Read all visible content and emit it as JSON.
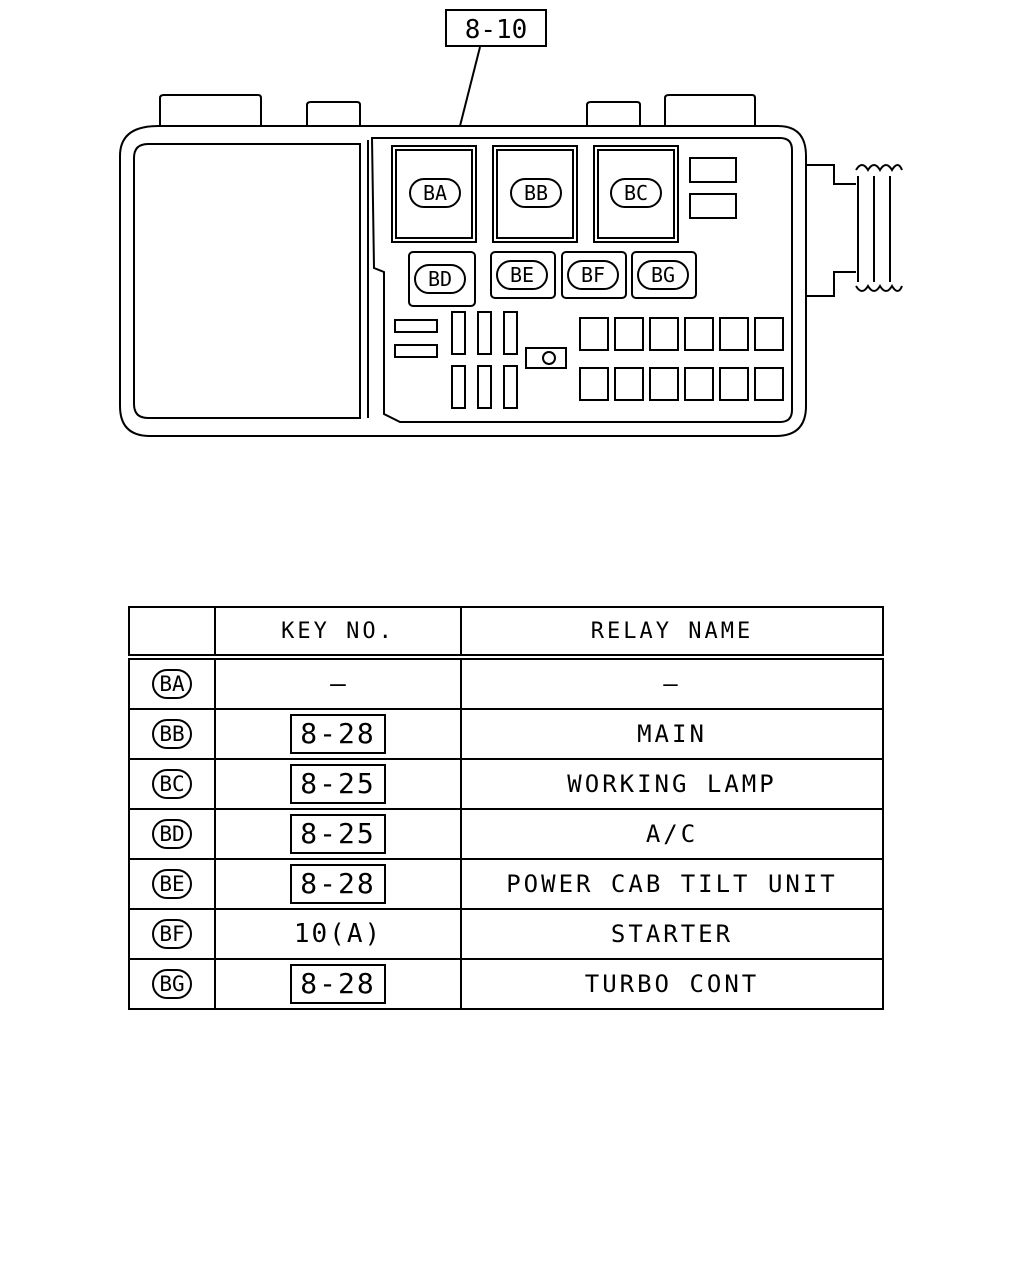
{
  "diagram": {
    "callout": "8-10",
    "relays": {
      "top": [
        "BA",
        "BB",
        "BC"
      ],
      "bottom": [
        "BD",
        "BE",
        "BF",
        "BG"
      ]
    }
  },
  "table": {
    "headers": {
      "code": "",
      "key_no": "KEY NO.",
      "relay_name": "RELAY NAME"
    },
    "rows": [
      {
        "code": "BA",
        "key_no": "—",
        "key_boxed": false,
        "relay_name": "—"
      },
      {
        "code": "BB",
        "key_no": "8-28",
        "key_boxed": true,
        "relay_name": "MAIN"
      },
      {
        "code": "BC",
        "key_no": "8-25",
        "key_boxed": true,
        "relay_name": "WORKING LAMP"
      },
      {
        "code": "BD",
        "key_no": "8-25",
        "key_boxed": true,
        "relay_name": "A/C"
      },
      {
        "code": "BE",
        "key_no": "8-28",
        "key_boxed": true,
        "relay_name": "POWER CAB TILT UNIT"
      },
      {
        "code": "BF",
        "key_no": "10(A)",
        "key_boxed": false,
        "relay_name": "STARTER"
      },
      {
        "code": "BG",
        "key_no": "8-28",
        "key_boxed": true,
        "relay_name": "TURBO CONT"
      }
    ]
  }
}
